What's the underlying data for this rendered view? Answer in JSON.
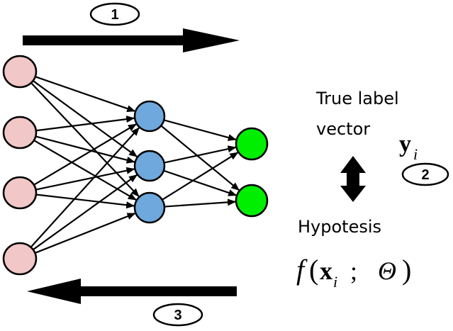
{
  "steps": [
    {
      "number": "1"
    },
    {
      "number": "2"
    },
    {
      "number": "3"
    }
  ],
  "labels": {
    "true_label_line1": "True label",
    "true_label_line2": "vector",
    "y_symbol": "y",
    "y_subscript": "i",
    "hypothesis": "Hypotesis",
    "f_symbol": "f",
    "open_paren": "(",
    "x_symbol": "x",
    "x_subscript": "i",
    "separator": ";",
    "theta_symbol": "Θ",
    "close_paren": ")"
  },
  "network": {
    "layers": [
      {
        "name": "input",
        "node_count": 4,
        "fill": "#f2c7c7"
      },
      {
        "name": "hidden",
        "node_count": 3,
        "fill": "#6fa8dc"
      },
      {
        "name": "output",
        "node_count": 2,
        "fill": "#00ee00"
      }
    ],
    "node_stroke": "#000000",
    "edge_color": "#000000"
  }
}
